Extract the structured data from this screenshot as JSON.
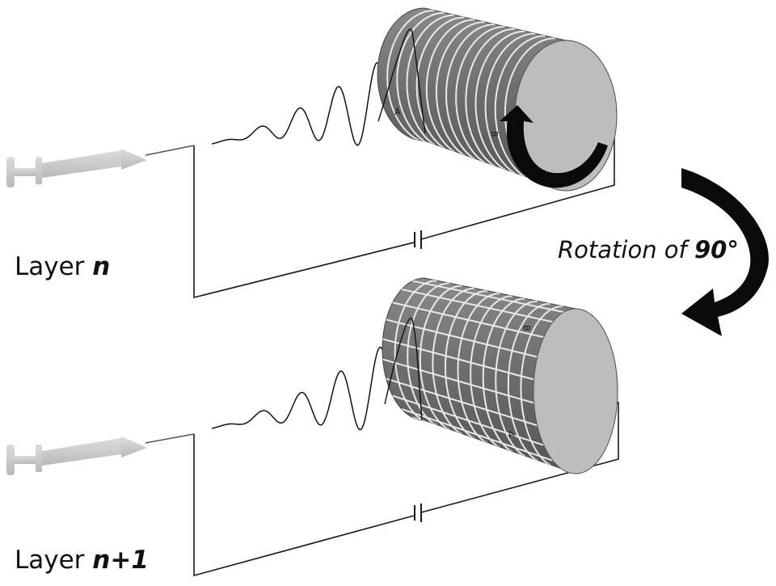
{
  "layers": [
    {
      "prefix": "Layer ",
      "variable": "n"
    },
    {
      "prefix": "Layer ",
      "variable": "n+1"
    }
  ],
  "rotation": {
    "prefix": "Rotation of ",
    "angle": "90°"
  },
  "drum_marks": {
    "top_a": "A",
    "top_b": "B",
    "bottom_b": "B",
    "bottom_a": "A"
  },
  "colors": {
    "drum_body": "#6f6f6f",
    "drum_face": "#bdbdbd",
    "grooves": "#e9e9e9",
    "syringe": "#c8c8c8",
    "wire": "#1a1a1a",
    "arrow": "#0a0a0a"
  }
}
